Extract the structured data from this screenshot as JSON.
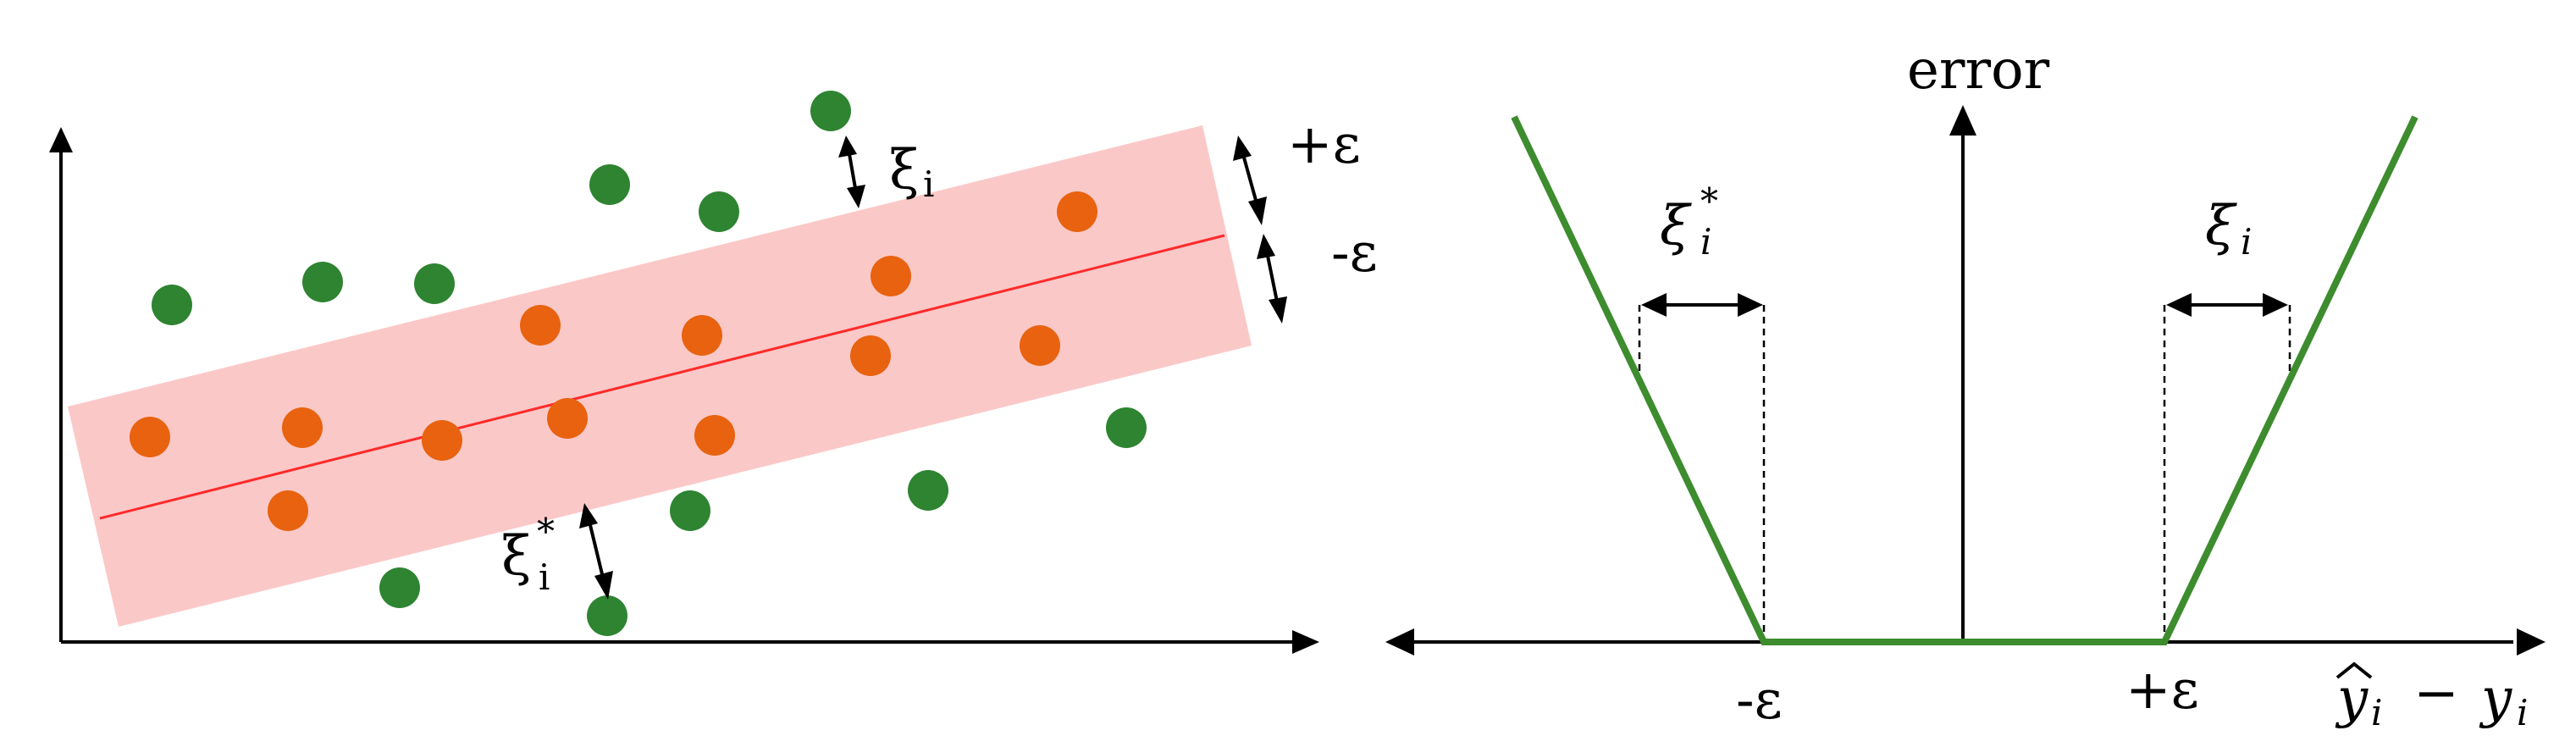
{
  "colors": {
    "inlier": "#e8620f",
    "outlier": "#2e8431",
    "tube": "#fbc8c8",
    "regression_line": "#ff2a2a",
    "loss_line": "#3d8c2e",
    "axis": "#000000"
  },
  "left_panel": {
    "labels": {
      "xi": "ξ",
      "xi_sub": "i",
      "xi_star": "ξ",
      "xi_star_sub": "i",
      "xi_star_sup": "*",
      "plus_eps": "+ε",
      "minus_eps": "-ε"
    }
  },
  "right_panel": {
    "labels": {
      "error": "error",
      "xi_star": "ξ",
      "xi_star_sub": "i",
      "xi_star_sup": "*",
      "xi": "ξ",
      "xi_sub": "i",
      "minus_eps": "-ε",
      "plus_eps": "+ε",
      "x_axis_y_hat": "y",
      "x_axis_y_hat_sub": "i",
      "x_axis_minus": "−",
      "x_axis_y": "y",
      "x_axis_y_sub": "i"
    }
  }
}
